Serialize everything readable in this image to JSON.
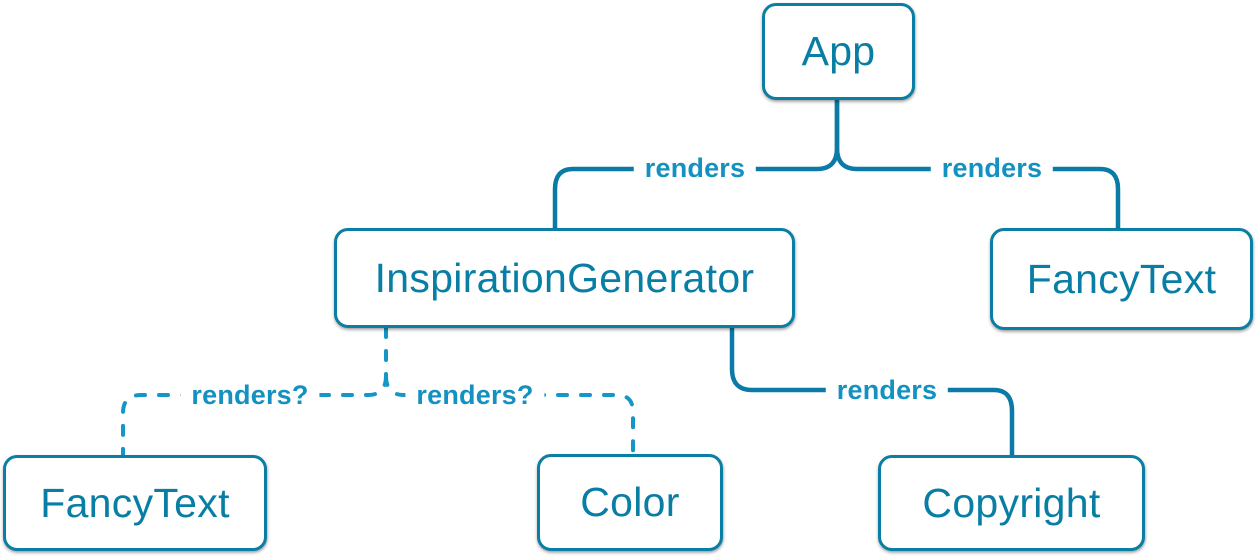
{
  "diagram": {
    "type": "component-render-tree",
    "nodes": [
      {
        "id": "app",
        "label": "App"
      },
      {
        "id": "inspiration-generator",
        "label": "InspirationGenerator"
      },
      {
        "id": "fancy-text-top",
        "label": "FancyText"
      },
      {
        "id": "fancy-text-bottom",
        "label": "FancyText"
      },
      {
        "id": "color",
        "label": "Color"
      },
      {
        "id": "copyright",
        "label": "Copyright"
      }
    ],
    "edges": [
      {
        "from": "App",
        "to": "InspirationGenerator",
        "label": "renders",
        "style": "solid"
      },
      {
        "from": "App",
        "to": "FancyText",
        "label": "renders",
        "style": "solid"
      },
      {
        "from": "InspirationGenerator",
        "to": "FancyText",
        "label": "renders?",
        "style": "dashed"
      },
      {
        "from": "InspirationGenerator",
        "to": "Color",
        "label": "renders?",
        "style": "dashed"
      },
      {
        "from": "InspirationGenerator",
        "to": "Copyright",
        "label": "renders",
        "style": "solid"
      }
    ]
  },
  "colors": {
    "node-border": "#0a7ea4",
    "node-text": "#087ea4",
    "node-fill": "#ffffff",
    "solid-edge": "#0b7aa6",
    "dashed-edge": "#1496c8",
    "edge-label": "#1391c1",
    "background": "#ffffff"
  }
}
